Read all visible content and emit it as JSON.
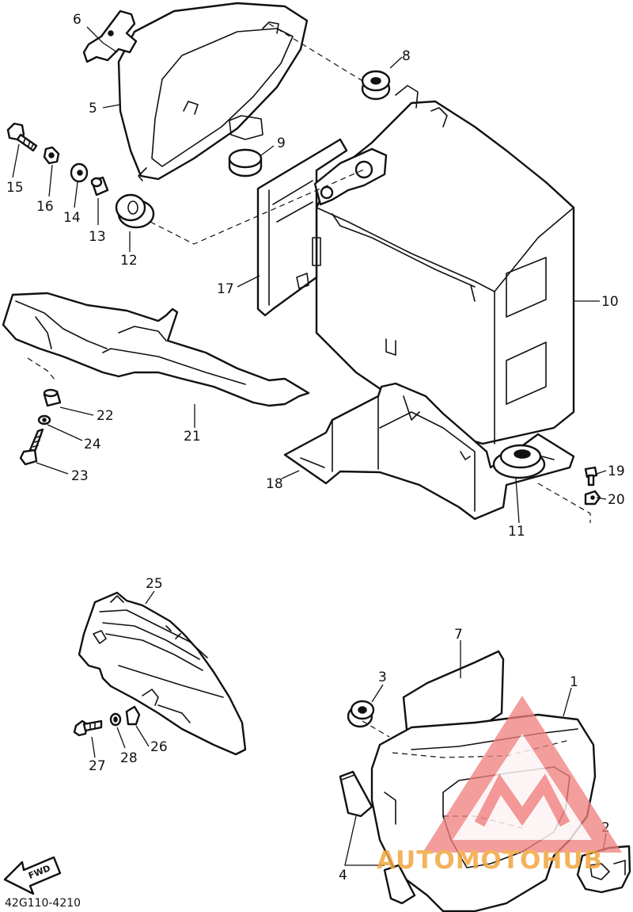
{
  "diagram": {
    "code": "42G110-4210",
    "fwd_label": "FWD",
    "watermark_text": "AUTOMOTOHUB",
    "watermark_color": "#f08080",
    "watermark_text_color": "#f2a640",
    "callouts": {
      "p1": "1",
      "p2": "2",
      "p3": "3",
      "p4": "4",
      "p5": "5",
      "p6": "6",
      "p7": "7",
      "p8": "8",
      "p9": "9",
      "p10": "10",
      "p11": "11",
      "p12": "12",
      "p13": "13",
      "p14": "14",
      "p15": "15",
      "p16": "16",
      "p17": "17",
      "p18": "18",
      "p19": "19",
      "p20": "20",
      "p21": "21",
      "p22": "22",
      "p23": "23",
      "p24": "24",
      "p25": "25",
      "p26": "26",
      "p27": "27",
      "p28": "28"
    }
  }
}
